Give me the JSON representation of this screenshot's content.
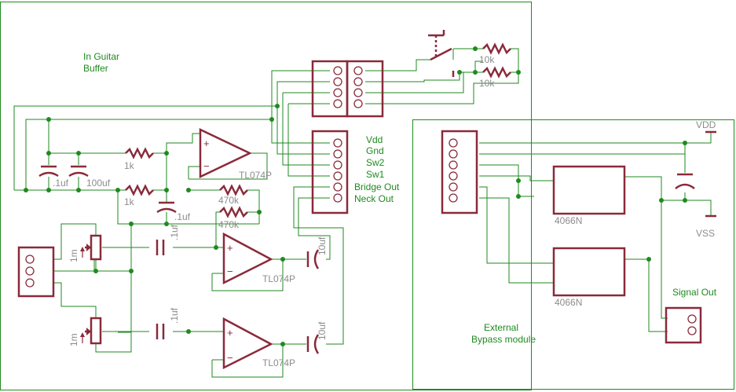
{
  "labels": {
    "in_guitar": "In Guitar",
    "buffer": "Buffer",
    "vdd": "Vdd",
    "gnd": "Gnd",
    "sw2": "Sw2",
    "sw1": "Sw1",
    "bridge_out": "Bridge Out",
    "neck_out": "Neck Out",
    "external": "External",
    "bypass_module": "Bypass module",
    "signal_out": "Signal Out",
    "vdd_rail": "VDD",
    "vss_rail": "VSS"
  },
  "components": {
    "r_10k_top": "10k",
    "r_10k_bottom": "10k",
    "r_1k_top": "1k",
    "r_1k_bottom": "1k",
    "r_470k_top": "470k",
    "r_470k_bottom": "470k",
    "c_1uf_left": ".1uf",
    "c_100uf": "100uf",
    "c_1uf_right": ".1uf",
    "c_1uf_input_top": ".1uf",
    "c_1uf_input_bottom": ".1uf",
    "c_10uf_top": "10uf",
    "c_10uf_bottom": "10uf",
    "pot_top": "1m",
    "pot_bottom": "1m",
    "opamp_1": "TL074P",
    "opamp_2": "TL074P",
    "opamp_3": "TL074P",
    "switch_ic_1": "4066N",
    "switch_ic_2": "4066N"
  }
}
